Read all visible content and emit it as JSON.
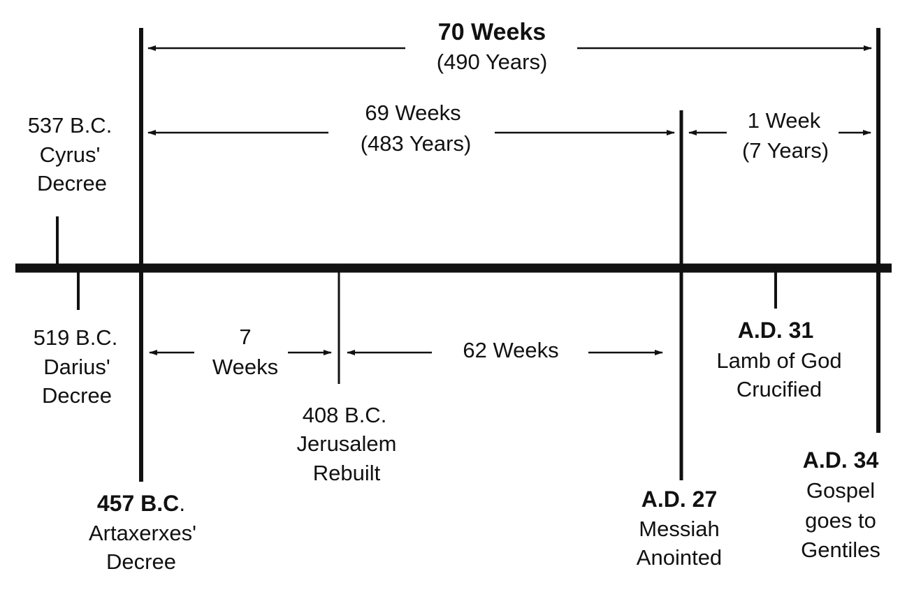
{
  "total_span": {
    "title": "70 Weeks",
    "years": "(490 Years)"
  },
  "span_69": {
    "title": "69 Weeks",
    "years": "(483 Years)"
  },
  "span_1": {
    "title": "1 Week",
    "years": "(7 Years)"
  },
  "span_7": {
    "line1": "7",
    "line2": "Weeks"
  },
  "span_62": {
    "title": "62 Weeks"
  },
  "events": {
    "cyrus": {
      "date": "537 B.C.",
      "line1": "Cyrus'",
      "line2": "Decree"
    },
    "darius": {
      "date": "519 B.C.",
      "line1": "Darius'",
      "line2": "Decree"
    },
    "artaxerxes": {
      "date": "457 B.C",
      "date_suffix": ".",
      "line1": "Artaxerxes'",
      "line2": "Decree"
    },
    "jerusalem": {
      "date": "408 B.C.",
      "line1": "Jerusalem",
      "line2": "Rebuilt"
    },
    "messiah": {
      "date": "A.D. 27",
      "line1": "Messiah",
      "line2": "Anointed"
    },
    "crucified": {
      "date": "A.D. 31",
      "line1": "Lamb of God",
      "line2": "Crucified"
    },
    "gospel": {
      "date": "A.D. 34",
      "line1": "Gospel",
      "line2": "goes to",
      "line3": "Gentiles"
    }
  }
}
